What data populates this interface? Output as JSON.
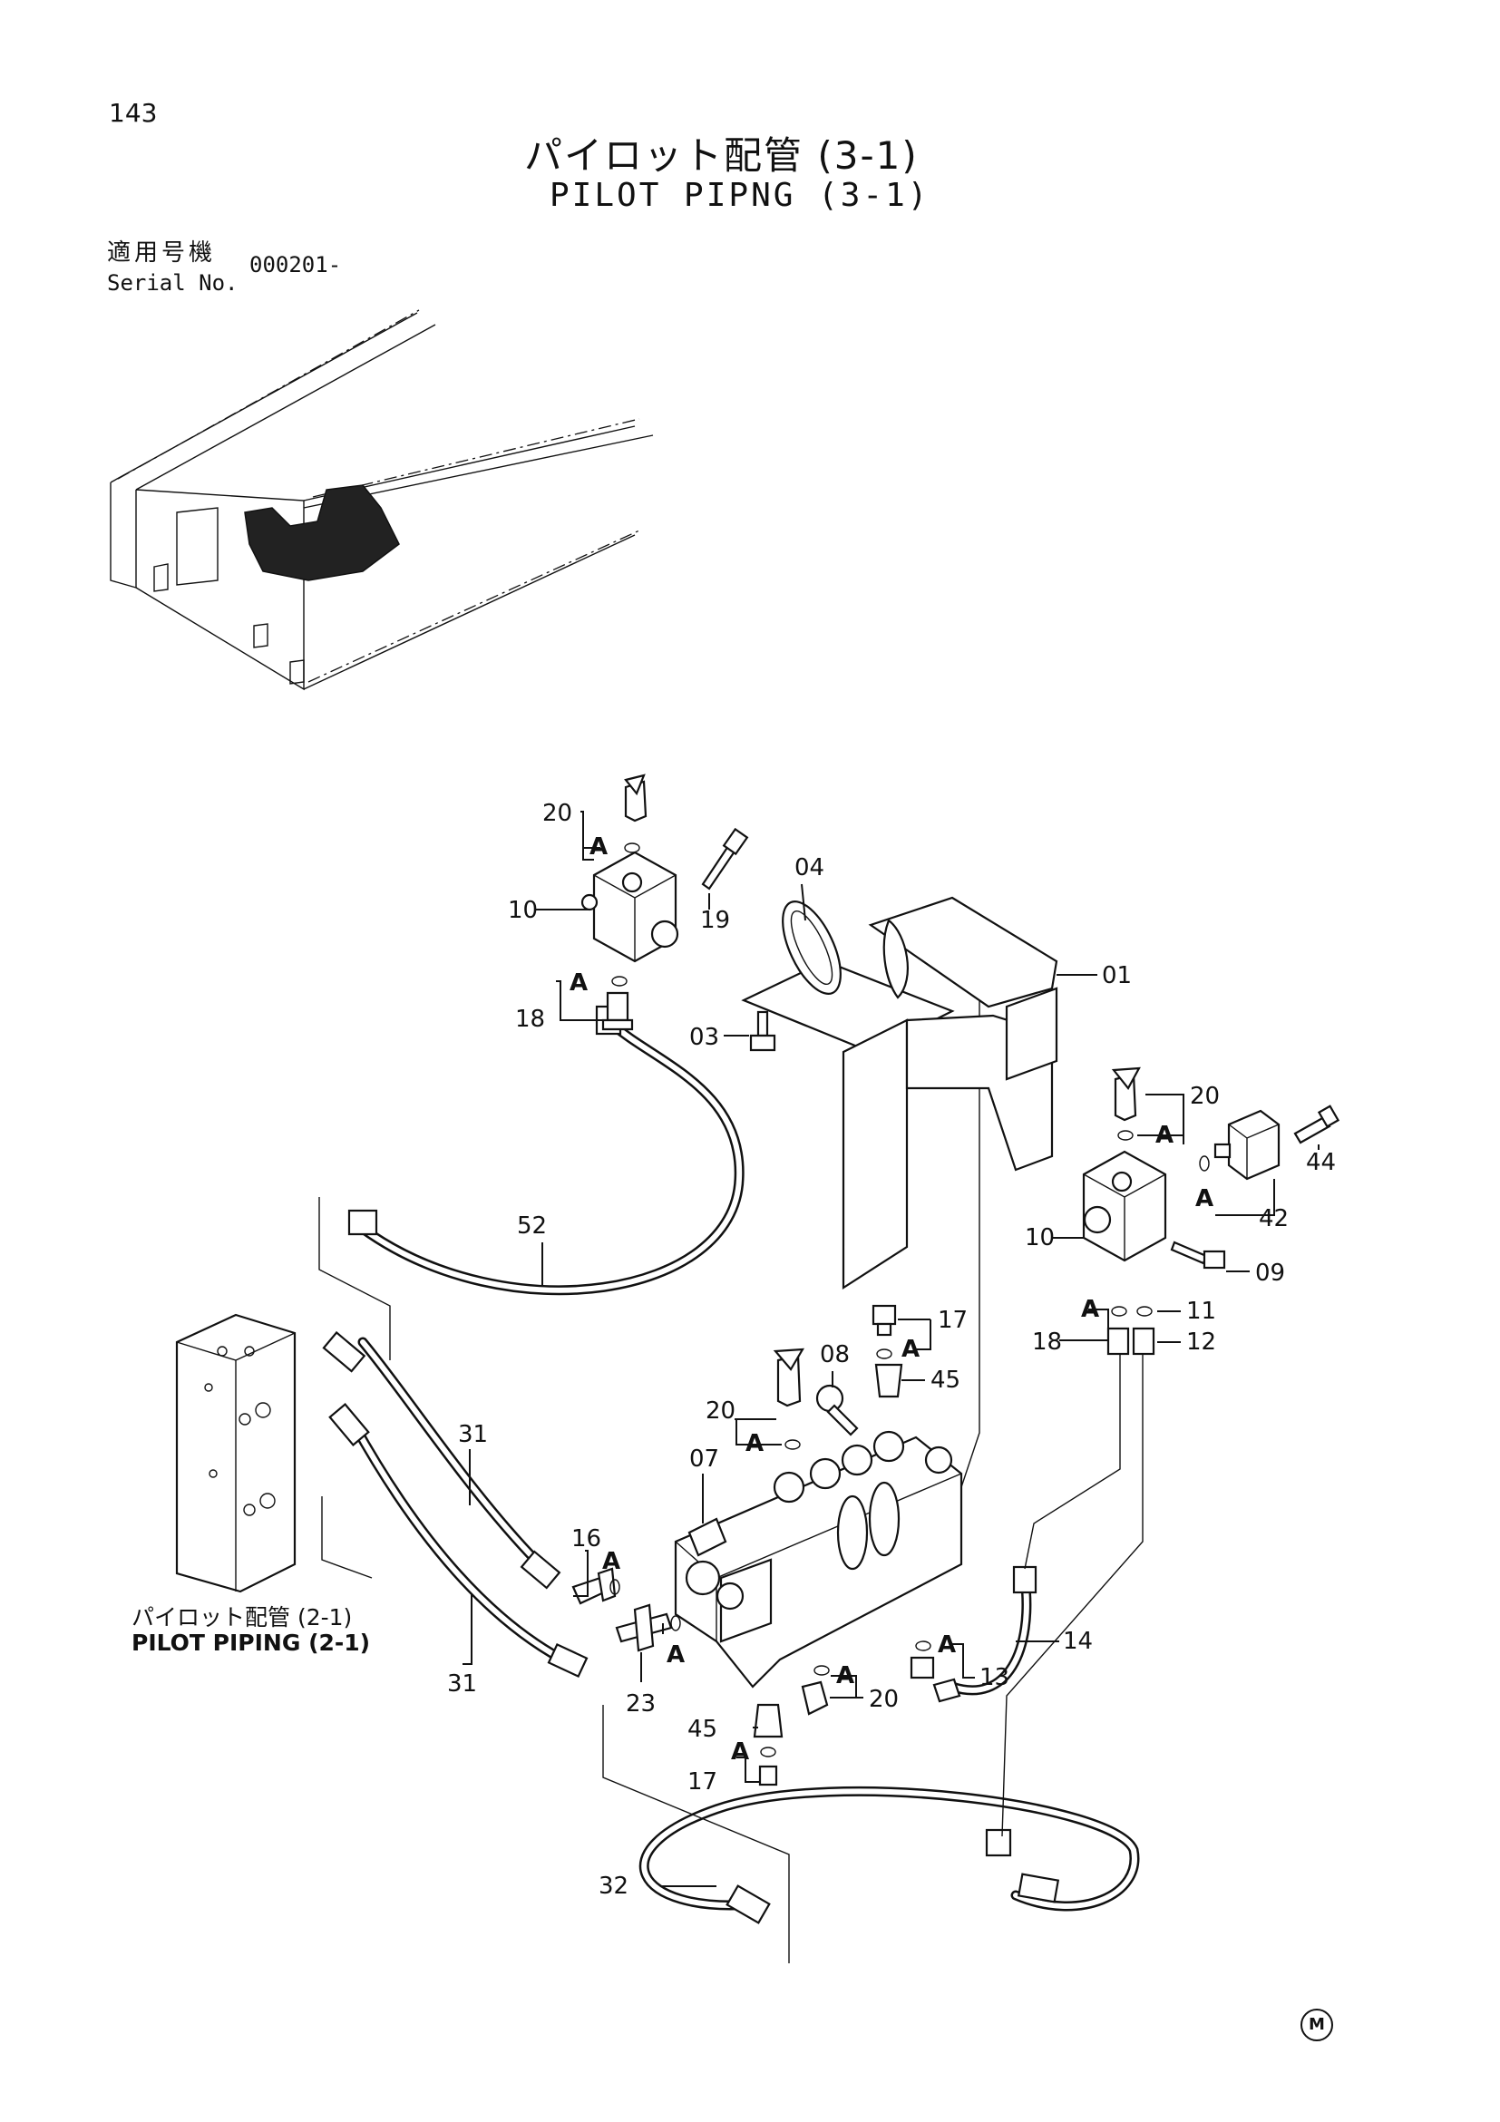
{
  "header": {
    "page_number": "143",
    "title_jp": "パイロット配管 (3-1)",
    "title_en": "PILOT PIPNG (3-1)"
  },
  "serial": {
    "label_jp": "適用号機",
    "label_en": "Serial No.",
    "value": "000201-"
  },
  "cross_reference": {
    "label_jp": "パイロット配管 (2-1)",
    "label_en": "PILOT PIPING (2-1)"
  },
  "footer": {
    "mark": "M"
  },
  "callouts": {
    "c20a": "20",
    "cA1": "A",
    "c19": "19",
    "c04": "04",
    "c10a": "10",
    "cA2": "A",
    "c18a": "18",
    "c01": "01",
    "c03": "03",
    "c20b": "20",
    "cA3": "A",
    "c44": "44",
    "cA4": "A",
    "c42": "42",
    "c52": "52",
    "c10b": "10",
    "c09": "09",
    "cA5": "A",
    "c11": "11",
    "c18b": "18",
    "c12": "12",
    "c17a": "17",
    "cA6": "A",
    "c08": "08",
    "c45a": "45",
    "c20c": "20",
    "cA7": "A",
    "c31a": "31",
    "c07": "07",
    "c16": "16",
    "cA8": "A",
    "cA9": "A",
    "c31b": "31",
    "c23": "23",
    "c14": "14",
    "cA10": "A",
    "c13": "13",
    "cA11": "A",
    "c20d": "20",
    "c45b": "45",
    "cA12": "A",
    "c17b": "17",
    "c32": "32"
  }
}
